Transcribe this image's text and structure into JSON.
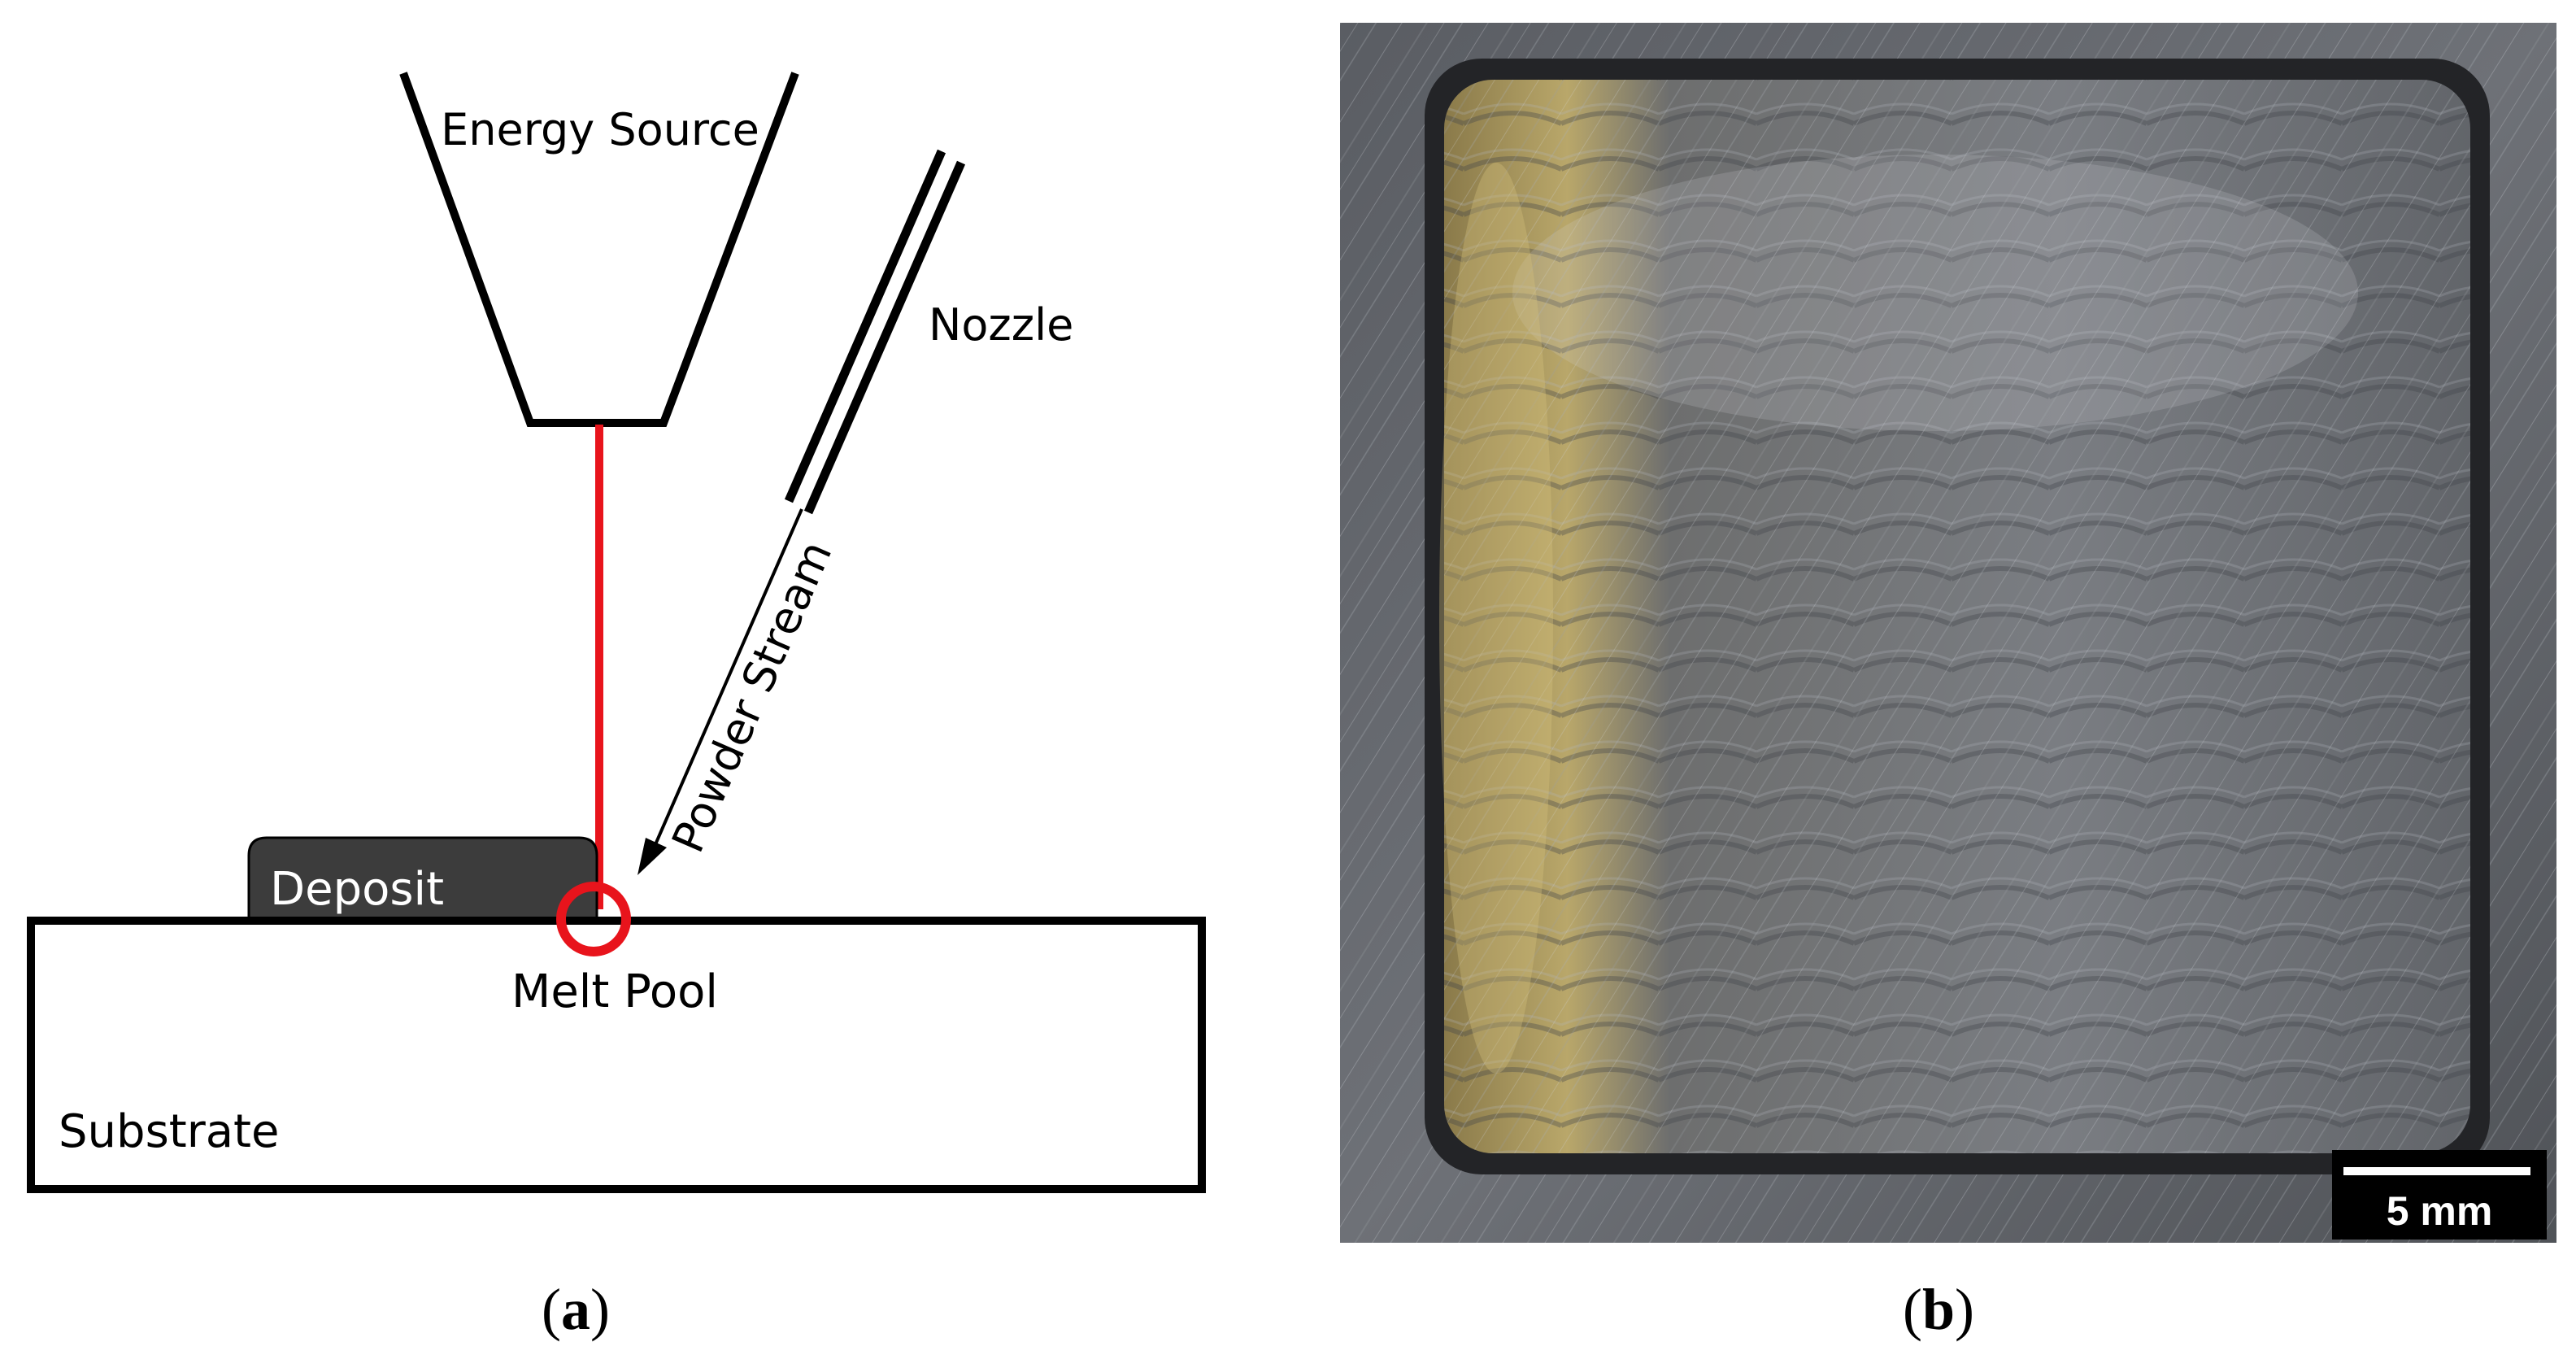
{
  "panel_a": {
    "labels": {
      "energy_source": "Energy Source",
      "nozzle": "Nozzle",
      "powder_stream": "Powder Stream",
      "deposit": "Deposit",
      "melt_pool": "Melt Pool",
      "substrate": "Substrate"
    },
    "colors": {
      "beam": "#e8141c",
      "melt_pool_ring": "#e8141c",
      "deposit_fill": "#3c3c3c",
      "deposit_text": "#ffffff",
      "outline": "#000000"
    },
    "caption": {
      "open": "(",
      "letter": "a",
      "close": ")"
    }
  },
  "panel_b": {
    "scale_bar_label": "5 mm",
    "caption": {
      "open": "(",
      "letter": "b",
      "close": ")"
    },
    "colors": {
      "scale_box": "#000000",
      "scale_text": "#ffffff"
    }
  }
}
